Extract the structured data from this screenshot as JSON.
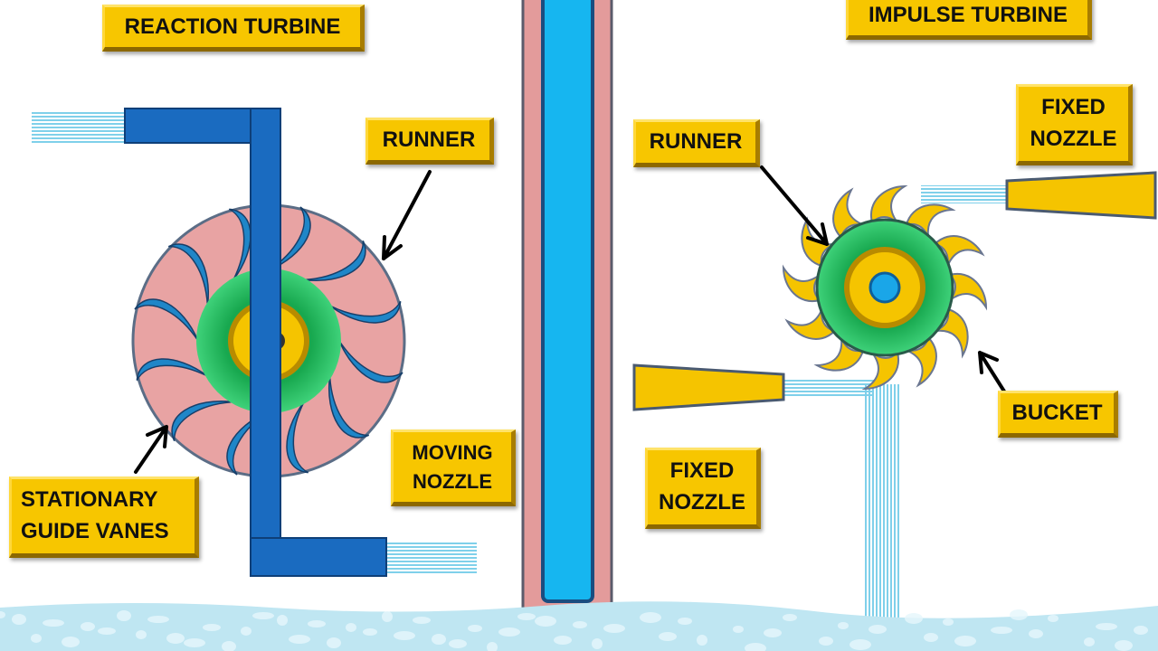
{
  "labels": {
    "reaction_title": "REACTION TURBINE",
    "impulse_title": "IMPULSE TURBINE",
    "runner_left": "RUNNER",
    "stationary_guide_vanes": "STATIONARY GUIDE VANES",
    "moving_nozzle": "MOVING NOZZLE",
    "runner_right": "RUNNER",
    "fixed_nozzle_top": "FIXED NOZZLE",
    "fixed_nozzle_bottom": "FIXED NOZZLE",
    "bucket": "BUCKET"
  },
  "colors": {
    "label_bg": "#f7c600",
    "pipe_blue": "#1a6bc0",
    "disc_pink": "#e8a3a3",
    "runner_green": "#1fb35a",
    "hub_yellow": "#f5c400",
    "water": "#bfe6f2"
  }
}
